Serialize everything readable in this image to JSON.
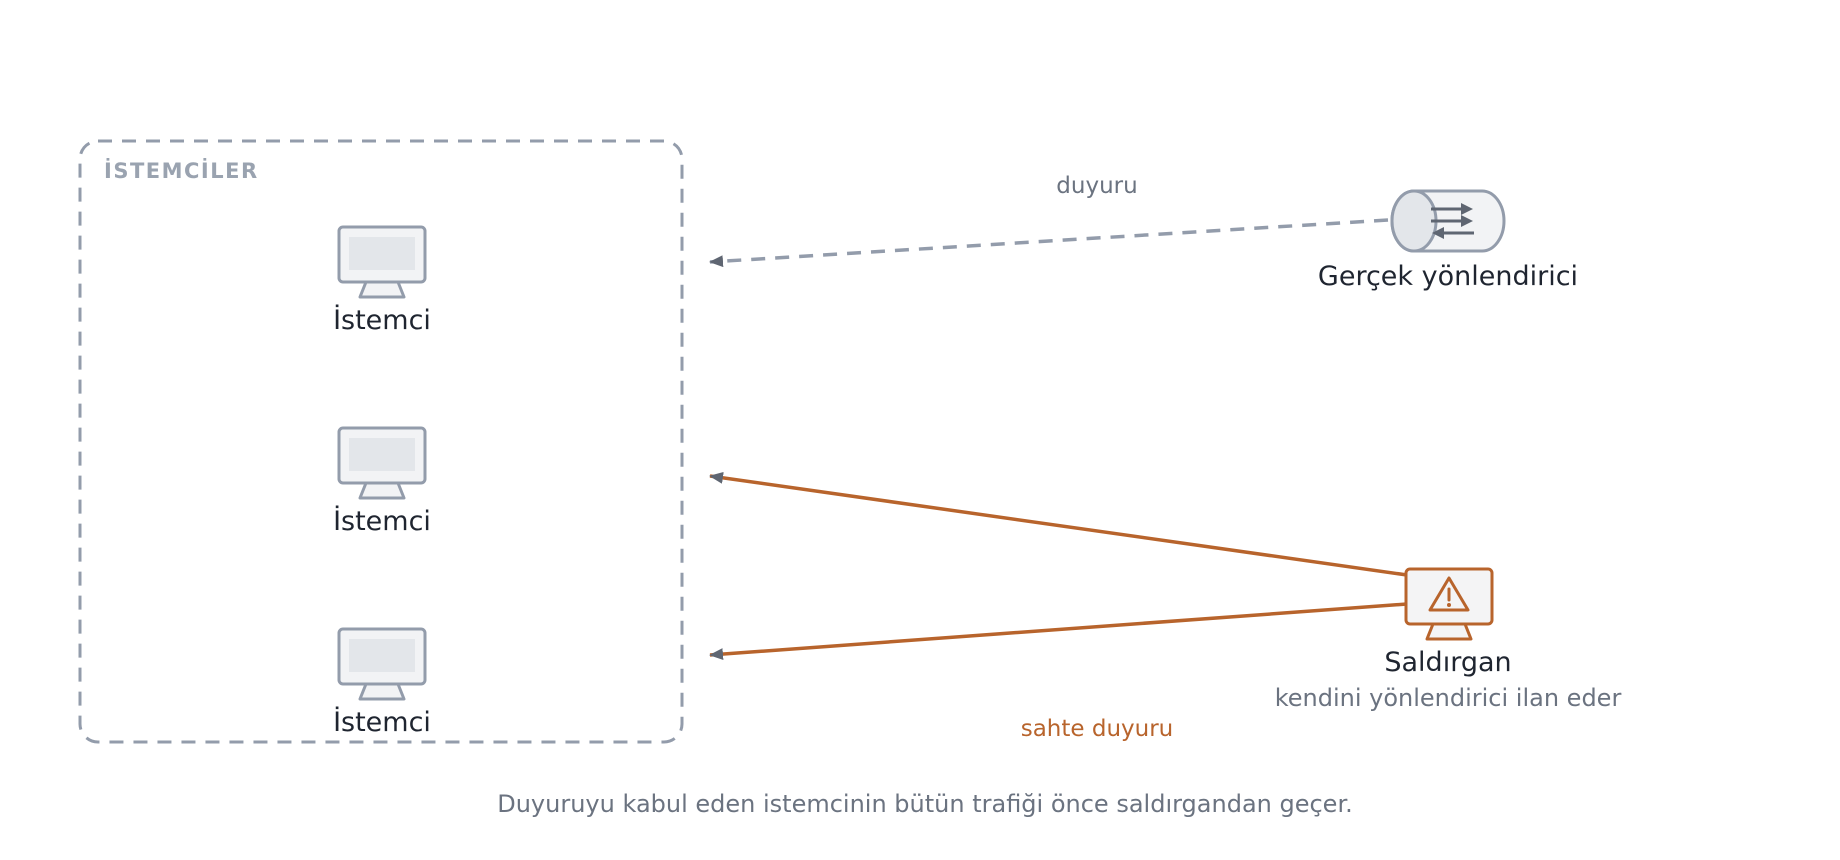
{
  "group": {
    "label": "İSTEMCİLER"
  },
  "clients": [
    {
      "label": "İstemci"
    },
    {
      "label": "İstemci"
    },
    {
      "label": "İstemci"
    }
  ],
  "router": {
    "label": "Gerçek yönlendirici",
    "icon": "router-icon"
  },
  "attacker": {
    "label": "Saldırgan",
    "sublabel": "kendini yönlendirici ilan eder",
    "icon": "warning-monitor-icon"
  },
  "edges": {
    "announcement_label": "duyuru",
    "fake_announcement_label": "sahte duyuru"
  },
  "caption": "Duyuruyu kabul eden istemcinin bütün trafiği önce saldırgandan geçer.",
  "colors": {
    "neutral_stroke": "#939cab",
    "device_fill": "#f2f3f5",
    "screen_fill": "#e3e6ea",
    "attack": "#b8642c",
    "arrowhead": "#5f6672",
    "text": "#1f2530",
    "muted_text": "#6b7380"
  }
}
